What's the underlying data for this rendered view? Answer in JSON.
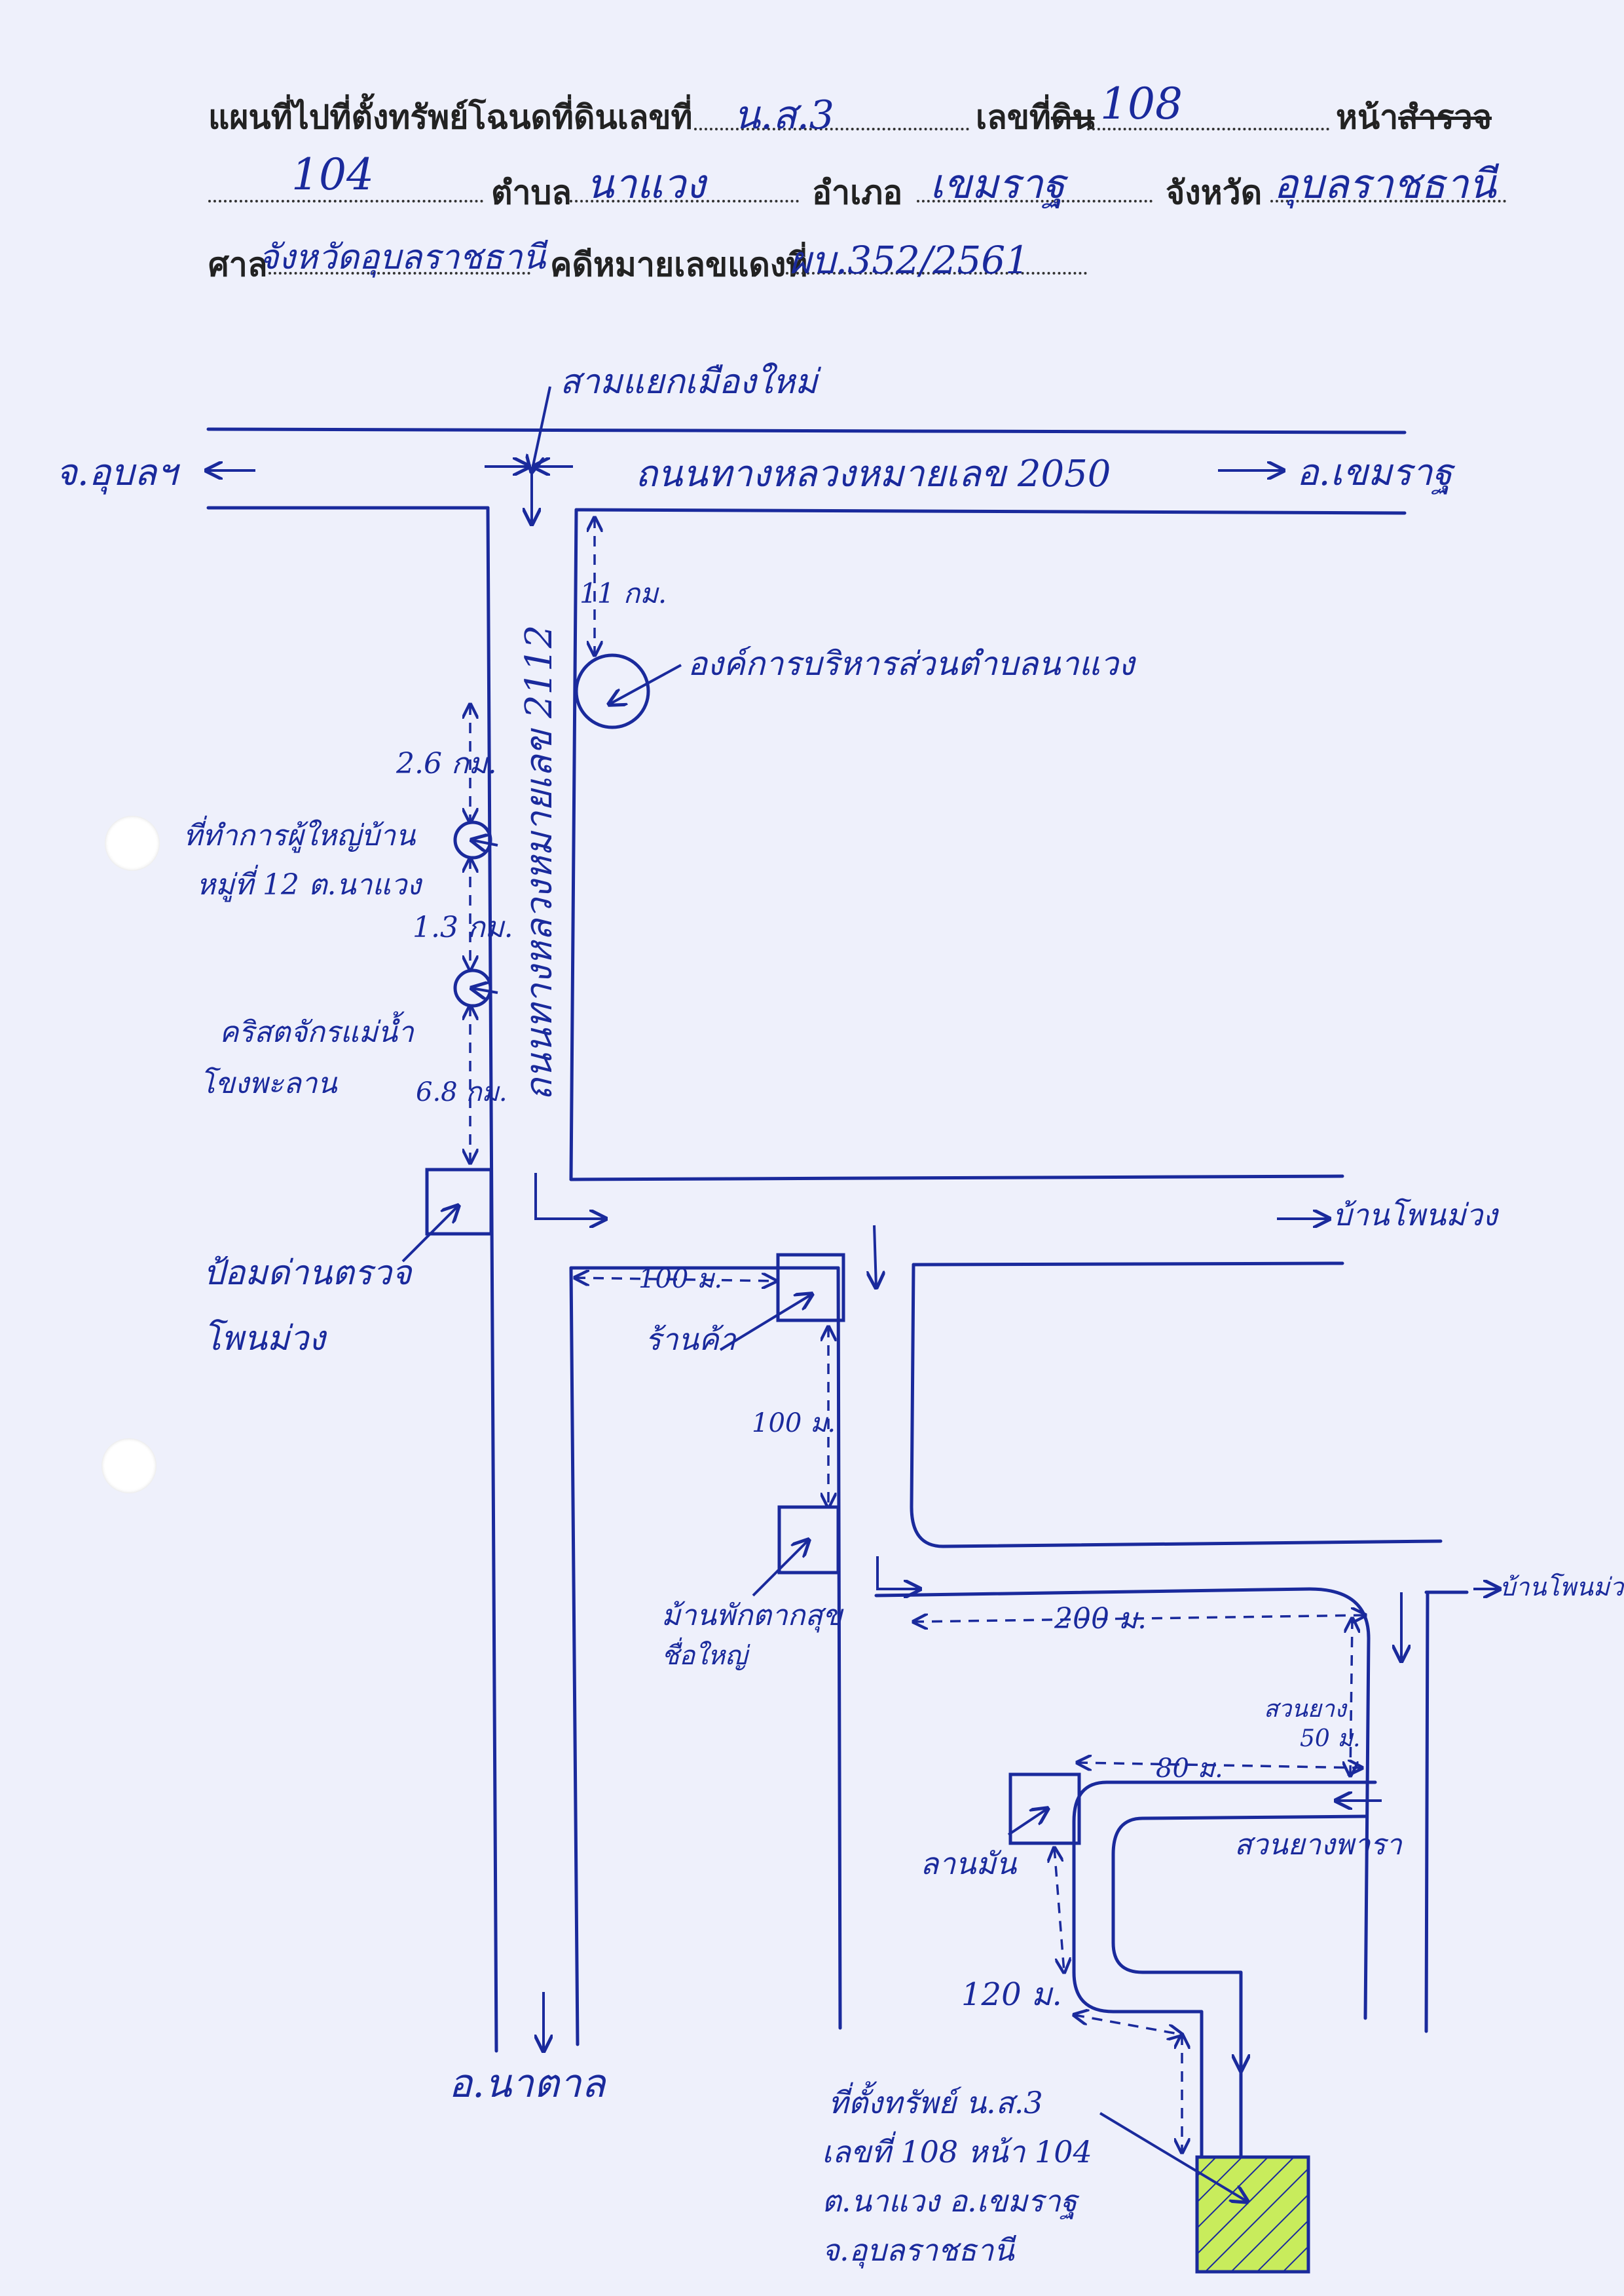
{
  "header": {
    "title_label": "แผนที่ไปที่ตั้งทรัพย์โฉนดที่ดินเลขที่",
    "deed_no": "น.ส.3",
    "parcel_label": "เลขที่ดิน",
    "parcel_no": "108",
    "page_label": "หน้าสำรวจ",
    "page_no": "104",
    "subdistrict_label": "ตำบล",
    "subdistrict": "นาแวง",
    "district_label": "อำเภอ",
    "district": "เขมราฐ",
    "province_label": "จังหวัด",
    "province": "อุบลราชธานี",
    "court_label": "ศาล",
    "court": "จังหวัดอุบลราชธานี",
    "case_label": "คดีหมายเลขแดงที่",
    "case_no": "ผบ.352/2561"
  },
  "map": {
    "junction": "สามแยกเมืองใหม่",
    "highway": "ถนนทางหลวงหมายเลข 2050",
    "left_destination": "จ.อุบลฯ",
    "right_destination": "อ.เขมราฐ",
    "vertical_road": "ถนนทางหลวงหมายเลข 2112",
    "dist_tao": "11 กม.",
    "tao_office": "องค์การบริหารส่วนตำบลนาแวง",
    "dist_headman": "2.6 กม.",
    "headman_office_line1": "ที่ทำการผู้ใหญ่บ้าน",
    "headman_office_line2": "หมู่ที่ 12 ต.นาแวง",
    "dist_church": "1.3 กม.",
    "church_line1": "คริสตจักรแม่น้ำ",
    "church_line2": "โขงพะลาน",
    "dist_checkpoint": "6.8 กม.",
    "checkpoint_line1": "ป้อมด่านตรวจ",
    "checkpoint_line2": "โพนม่วง",
    "bottom_destination": "อ.นาตาล",
    "to_village_1": "บ้านโพนม่วง",
    "to_village_2": "บ้านโพนม่วง",
    "dist_shop": "100 ม.",
    "shop": "ร้านค้า",
    "dist_resort": "100 ม.",
    "resort_line1": "ม้านพักตากสุข",
    "resort_line2": "ชื่อใหญ่",
    "dist_200": "200 ม.",
    "dist_50_line1": "สวนยาง",
    "dist_50_line2": "50 ม.",
    "dist_80": "80 ม.",
    "drying_yard": "ลานมัน",
    "rubber_garden": "สวนยางพารา",
    "dist_120": "120 ม.",
    "property_line1": "ที่ตั้งทรัพย์ น.ส.3",
    "property_line2": "เลขที่ 108 หน้า 104",
    "property_line3": "ต.นาแวง อ.เขมราฐ",
    "property_line4": "จ.อุบลราชธานี",
    "colors": {
      "ink": "#1a2a9c",
      "paper": "#eef0fb",
      "property_fill": "#c8ec5c"
    }
  }
}
